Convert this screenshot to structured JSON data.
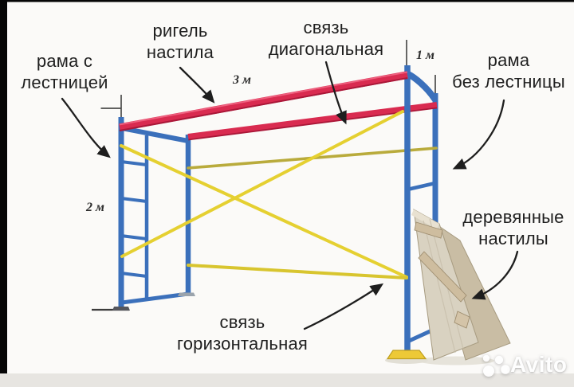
{
  "diagram": {
    "subject": "scaffolding assembly scheme",
    "labels": {
      "frame_with_ladder": {
        "line1": "рама с",
        "line2": "лестницей"
      },
      "deck_beam": {
        "line1": "ригель",
        "line2": "настила"
      },
      "diagonal_brace": {
        "line1": "связь",
        "line2": "диагональная"
      },
      "frame_without_ladder": {
        "line1": "рама",
        "line2": "без лестницы"
      },
      "wooden_decks": {
        "line1": "деревянные",
        "line2": "настилы"
      },
      "horizontal_brace": {
        "line1": "связь",
        "line2": "горизонтальная"
      }
    },
    "dimensions": {
      "beam_length": "3 м",
      "frame_depth": "1 м",
      "frame_height": "2 м"
    }
  },
  "watermark": {
    "brand": "Avito"
  },
  "colors": {
    "frame_blue": "#3b70bb",
    "beam_red": "#d92b50",
    "brace_yellow": "#e5d031",
    "brace_olive": "#b9ab3c",
    "wood_light": "#d9d2c1",
    "wood_dark": "#c9bda4",
    "base_yellow": "#edc937",
    "text": "#1f1f1f",
    "background": "#fbfaf8"
  }
}
